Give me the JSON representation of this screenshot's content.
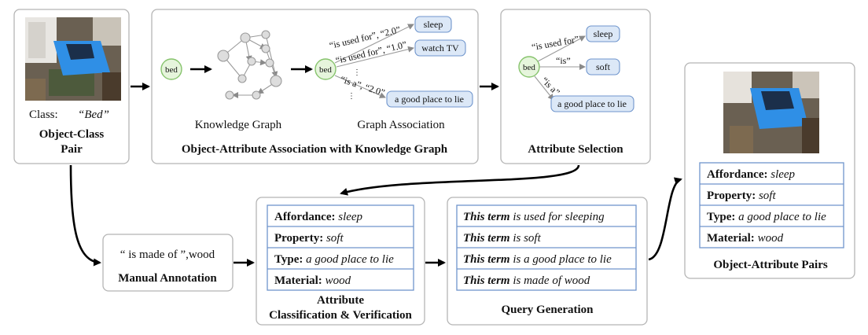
{
  "object_class_pair": {
    "class_label": "Class:",
    "class_value": "“Bed”",
    "title_line1": "Object-Class",
    "title_line2": "Pair"
  },
  "kg_association": {
    "center_node": "bed",
    "kg_caption": "Knowledge Graph",
    "assoc_caption": "Graph Association",
    "assoc_node": "bed",
    "edge_labels": [
      "“is used for”, “2.0”",
      "“is used for”, “1.0”",
      "“is a”, “2.0”"
    ],
    "targets": [
      "sleep",
      "watch TV",
      "a good place to lie"
    ],
    "ellipsis_mid": "⋮",
    "ellipsis_low": "⋮",
    "title": "Object-Attribute Association with Knowledge Graph"
  },
  "attribute_selection": {
    "node": "bed",
    "edge_labels": [
      "“is used for”",
      "“is”",
      "“is a”"
    ],
    "targets": [
      "sleep",
      "soft",
      "a good place to lie"
    ],
    "title": "Attribute Selection"
  },
  "manual_annotation": {
    "text": "“ is made of ”,wood",
    "title": "Manual Annotation"
  },
  "classification": {
    "rows": [
      {
        "key": "Affordance:",
        "value": "sleep"
      },
      {
        "key": "Property:",
        "value": "soft"
      },
      {
        "key": "Type:",
        "value": "a good place to lie"
      },
      {
        "key": "Material:",
        "value": "wood"
      }
    ],
    "title_line1": "Attribute",
    "title_line2": "Classification & Verification"
  },
  "query_generation": {
    "rows": [
      {
        "term": "This term",
        "rest": " is used for sleeping"
      },
      {
        "term": "This term",
        "rest": " is soft"
      },
      {
        "term": "This term",
        "rest": " is a good place to lie"
      },
      {
        "term": "This term",
        "rest": " is made of wood"
      }
    ],
    "title": "Query Generation"
  },
  "object_attribute_pairs": {
    "rows": [
      {
        "key": "Affordance:",
        "value": "sleep"
      },
      {
        "key": "Property:",
        "value": "soft"
      },
      {
        "key": "Type:",
        "value": "a good place to lie"
      },
      {
        "key": "Material:",
        "value": "wood"
      }
    ],
    "title": "Object-Attribute Pairs"
  },
  "colors": {
    "panel_border": "#b5b5b5",
    "node_green": "#86c36c",
    "node_blue": "#6f95cc",
    "table_border": "#6f95cc",
    "bed_cover": "#2f8fe6"
  }
}
